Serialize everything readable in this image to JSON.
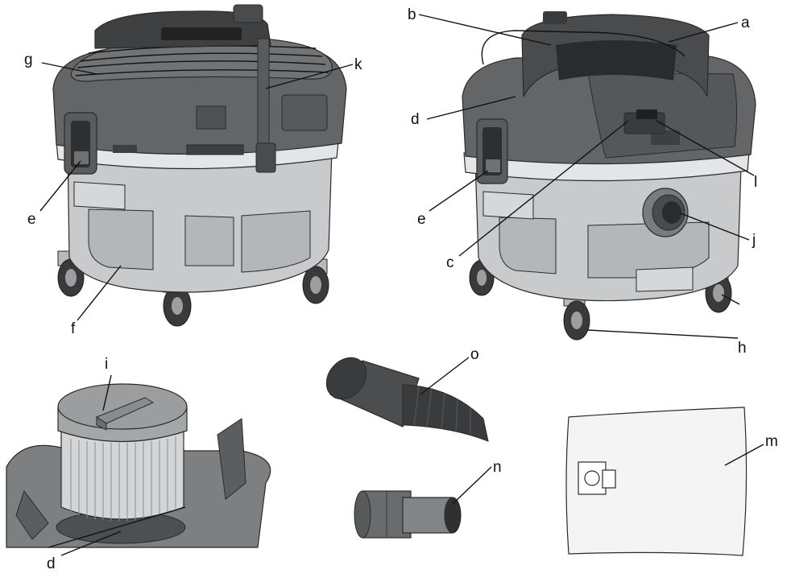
{
  "labels": {
    "a": "a",
    "b": "b",
    "c": "c",
    "d_top": "d",
    "d_bottom": "d",
    "e_left": "e",
    "e_right": "e",
    "f": "f",
    "g": "g",
    "h": "h",
    "i": "i",
    "j": "j",
    "k": "k",
    "l": "l",
    "m": "m",
    "n": "n",
    "o": "o"
  },
  "colors": {
    "body_dark": "#5f6062",
    "body_mid": "#8a8b8d",
    "body_light": "#c9cacc",
    "body_lighter": "#dcdddf",
    "wheel": "#3a3a3c",
    "outline": "#2a2a2a",
    "bag_fill": "#f4f4f4"
  }
}
